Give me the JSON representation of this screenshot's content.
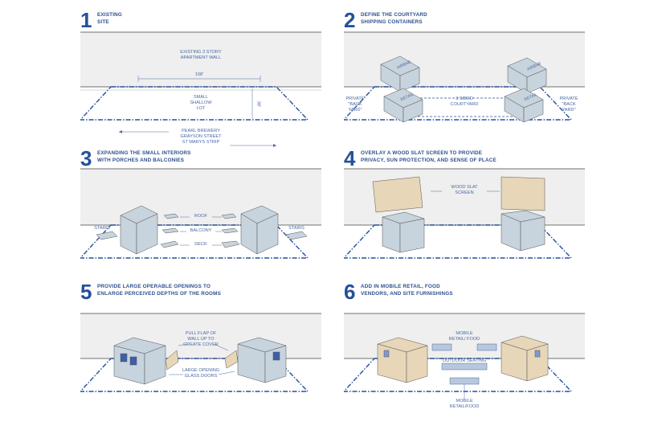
{
  "steps": [
    {
      "number": "1",
      "title": "EXISTING\nSITE",
      "labels": {
        "wall": "EXISTING 3 STORY\nAPARTMENT WALL",
        "width": "108'",
        "depth": "38'",
        "lot": "SMALL\nSHALLOW\nLOT",
        "street": "PEARL BREWERY\nGRAYSON STREET\nST MARYS STRIP"
      }
    },
    {
      "number": "2",
      "title": "DEFINE THE COURTYARD\nSHIPPING CONTAINERS",
      "labels": {
        "left_private": "PRIVATE\n\"BACK\nYARD\"",
        "right_private": "PRIVATE\n\"BACK\nYARD\"",
        "courtyard": "3 SIDED\nCOURTYARD",
        "airbnb_left": "AIRBNB",
        "airbnb_right": "AIRBNB",
        "retail_left": "RETAIL",
        "retail_right": "RETAIL"
      }
    },
    {
      "number": "3",
      "title": "EXPANDING THE SMALL INTERIORS\nWITH PORCHES AND BALCONIES",
      "labels": {
        "roof": "ROOF",
        "balcony": "BALCONY",
        "deck": "DECK",
        "stairs_left": "STAIRS",
        "stairs_right": "STAIRS"
      }
    },
    {
      "number": "4",
      "title": "OVERLAY A WOOD SLAT SCREEN TO PROVIDE\nPRIVACY, SUN PROTECTION, AND SENSE OF PLACE",
      "labels": {
        "screen": "WOOD SLAT\nSCREEN"
      }
    },
    {
      "number": "5",
      "title": "PROVIDE LARGE OPERABLE OPENINGS TO\nENLARGE PERCEIVED DEPTHS OF THE ROOMS",
      "labels": {
        "flap": "PULL FLAP OF\nWALL UP TO\nCREATE  COVER",
        "glass": "LARGE OPENING\nGLASS DOORS"
      }
    },
    {
      "number": "6",
      "title": "ADD IN MOBILE RETAIL, FOOD\nVENDORS, AND SITE FURNISHINGS",
      "labels": {
        "mobile_top": "MOBILE\nRETAIL/ FOOD",
        "seating": "OUTDOOR SEATING",
        "mobile_bottom": "MOBILE\nRETAIL/FOOD"
      }
    }
  ],
  "colors": {
    "accent": "#24509a",
    "wall": "#efefef",
    "container": "#c7d3dd",
    "wood": "#e7d6b8"
  }
}
